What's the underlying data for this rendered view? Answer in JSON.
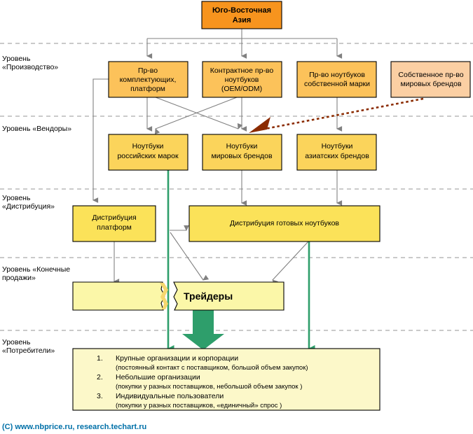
{
  "colors": {
    "top_box_fill": "#F7941E",
    "prod_box_fill": "#FCC25A",
    "prod_box_alt_fill": "#FBCFA3",
    "vendor_box_fill": "#FBD45B",
    "distrib_box_fill": "#FBE259",
    "sales_box_fill": "#FBF7A8",
    "consumer_box_fill": "#FCF8C9",
    "box_stroke": "#000000",
    "connector": "#808080",
    "green_flow": "#2E9E6B",
    "dotted_arrow": "#8B2B00",
    "level_divider": "#AAAAAA",
    "credit_text": "#0070A8",
    "torn_edge": "#F5D76E"
  },
  "top": {
    "label_line1": "Юго-Восточная",
    "label_line2": "Азия"
  },
  "levels": [
    {
      "id": "production",
      "label_line1": "Уровень",
      "label_line2": "«Производство»"
    },
    {
      "id": "vendors",
      "label_line1": "Уровень «Вендоры»",
      "label_line2": ""
    },
    {
      "id": "distribution",
      "label_line1": "Уровень",
      "label_line2": "«Дистрибуция»"
    },
    {
      "id": "final_sales",
      "label_line1": "Уровень «Конечные",
      "label_line2": "продажи»"
    },
    {
      "id": "consumers",
      "label_line1": "Уровень",
      "label_line2": "«Потребители»"
    }
  ],
  "production_boxes": [
    {
      "id": "components",
      "lines": [
        "Пр-во",
        "комплектующих,",
        "платформ"
      ]
    },
    {
      "id": "contract",
      "lines": [
        "Контрактное пр-во",
        "ноутбуков",
        "(OEM/ODM)"
      ]
    },
    {
      "id": "own_brand",
      "lines": [
        "Пр-во ноутбуков",
        "собственной марки"
      ]
    },
    {
      "id": "world_brands_own",
      "lines": [
        "Собственное пр-во",
        "мировых брендов"
      ]
    }
  ],
  "vendor_boxes": [
    {
      "id": "russian",
      "lines": [
        "Ноутбуки",
        "российских марок"
      ]
    },
    {
      "id": "world",
      "lines": [
        "Ноутбуки",
        "мировых брендов"
      ]
    },
    {
      "id": "asian",
      "lines": [
        "Ноутбуки",
        "азиатских брендов"
      ]
    }
  ],
  "distribution_boxes": [
    {
      "id": "platforms",
      "lines": [
        "Дистрибуция",
        "платформ"
      ]
    },
    {
      "id": "ready_laptops",
      "lines": [
        "Дистрибуция готовых ноутбуков"
      ]
    }
  ],
  "sales": {
    "left_box_label": "",
    "traders_label": "Трейдеры"
  },
  "consumers": {
    "items": [
      {
        "num": "1.",
        "main": "Крупные организации и корпорации",
        "sub": "(постоянный контакт с поставщиком, большой объем закупок)"
      },
      {
        "num": "2.",
        "main": "Небольшие организации",
        "sub": "(покупки у разных поставщиков, небольшой объем закупок )"
      },
      {
        "num": "3.",
        "main": "Индивидуальные пользователи",
        "sub": "(покупки у разных поставщиков, «единичный» спрос )"
      }
    ]
  },
  "credit": "(C) www.nbprice.ru,  research.techart.ru"
}
